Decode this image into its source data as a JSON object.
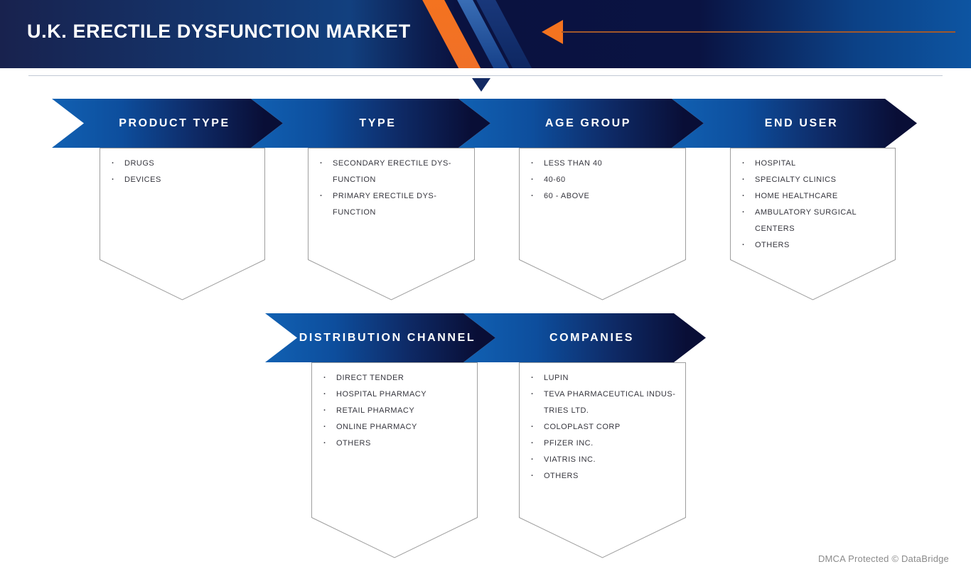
{
  "banner": {
    "title": "U.K. ERECTILE DYSFUNCTION MARKET"
  },
  "segments": [
    {
      "label": "PRODUCT TYPE",
      "items": [
        "DRUGS",
        "DEVICES"
      ]
    },
    {
      "label": "TYPE",
      "items": [
        "SECONDARY ERECTILE DYS-FUNCTION",
        "PRIMARY ERECTILE DYS-FUNCTION"
      ]
    },
    {
      "label": "AGE GROUP",
      "items": [
        "LESS THAN 40",
        "40-60",
        "60 - ABOVE"
      ]
    },
    {
      "label": "END USER",
      "items": [
        "HOSPITAL",
        "SPECIALTY CLINICS",
        "HOME HEALTHCARE",
        "AMBULATORY SURGICAL CENTERS",
        "OTHERS"
      ]
    },
    {
      "label": "DISTRIBUTION CHANNEL",
      "items": [
        "DIRECT TENDER",
        "HOSPITAL PHARMACY",
        "RETAIL PHARMACY",
        "ONLINE PHARMACY",
        "OTHERS"
      ]
    },
    {
      "label": "COMPANIES",
      "items": [
        "LUPIN",
        "TEVA PHARMACEUTICAL INDUS-TRIES LTD.",
        "COLOPLAST CORP",
        "PFIZER INC.",
        "VIATRIS INC.",
        "OTHERS"
      ]
    }
  ],
  "footer": {
    "dmca": "DMCA Protected © DataBridge"
  },
  "colors": {
    "accent_orange": "#f4731f",
    "band_blue_light": "#1161b3",
    "band_navy_dark": "#090e36",
    "banner_navy": "#0a1240",
    "banner_blue_right": "#0d55a2",
    "item_text": "#36363e",
    "pennant_border": "#9e9e9e"
  }
}
